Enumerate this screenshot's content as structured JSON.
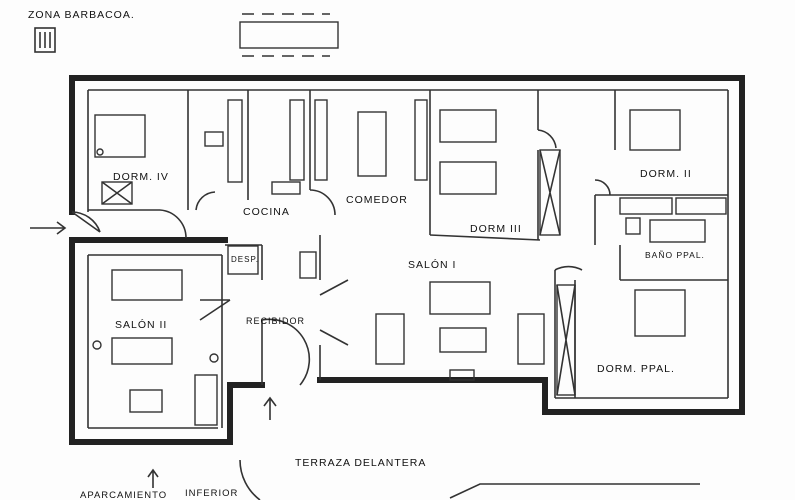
{
  "title": "ZONA BARBACOA.",
  "rooms": {
    "dorm_iv": "DORM. IV",
    "cocina": "COCINA",
    "comedor": "COMEDOR",
    "dorm_iii": "DORM III",
    "dorm_ii": "DORM. II",
    "bano_ppal": "BAÑO PPAL.",
    "salon_i": "SALÓN I",
    "desp": "DESP.",
    "recibidor": "RECIBIDOR",
    "salon_ii": "SALÓN II",
    "dorm_ppal": "DORM. PPAL."
  },
  "outside": {
    "terraza": "TERRAZA DELANTERA",
    "aparcamiento": "APARCAMIENTO",
    "inferior": "INFERIOR"
  }
}
